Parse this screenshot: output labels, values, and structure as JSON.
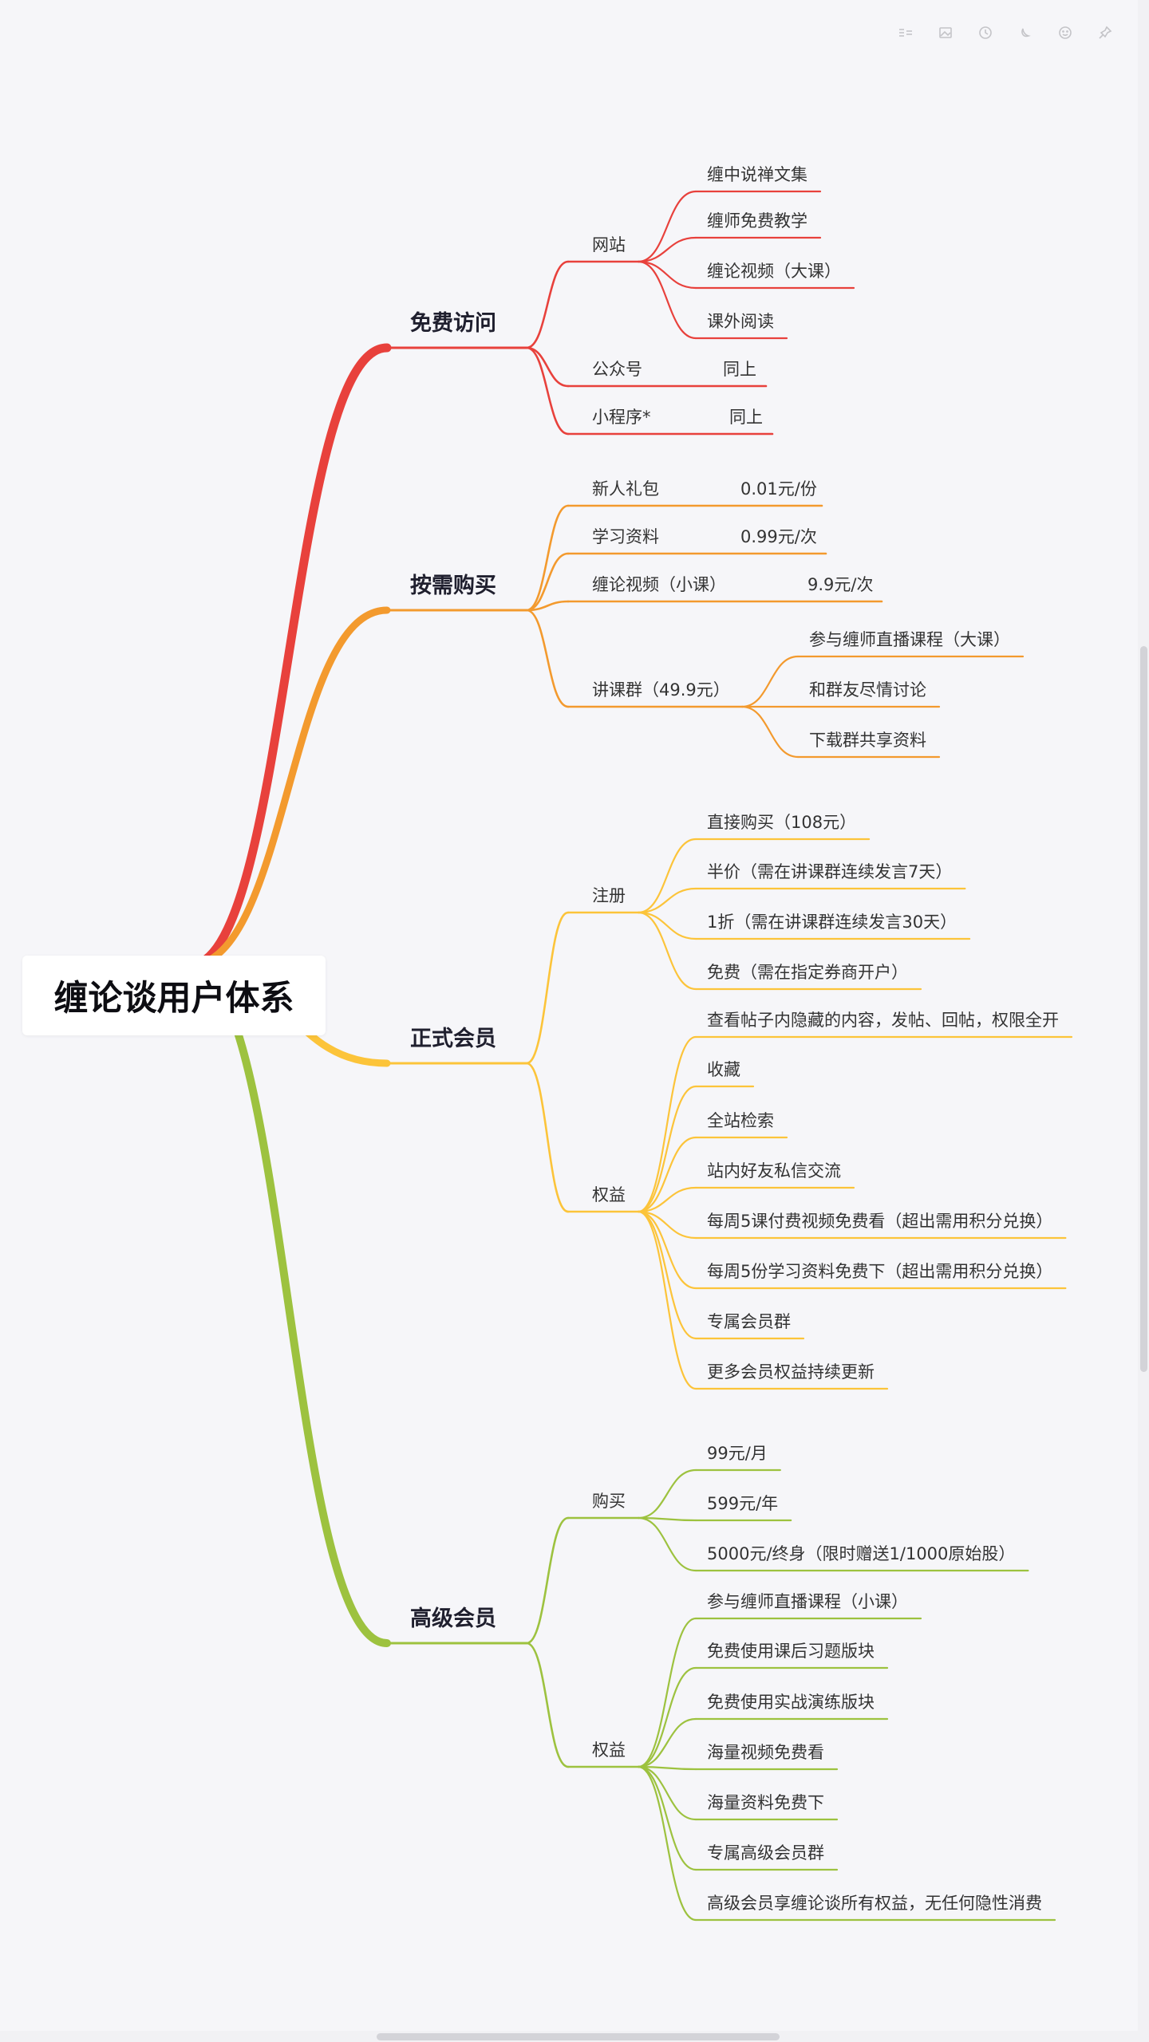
{
  "toolbar": {
    "icons": [
      "outline-icon",
      "image-icon",
      "history-icon",
      "theme-icon",
      "emoji-icon",
      "pin-icon"
    ]
  },
  "root": "缠论谈用户体系",
  "branches": [
    {
      "label": "免费访问",
      "color": "#e8413c",
      "children": [
        {
          "label": "网站",
          "children": [
            {
              "label": "缠中说禅文集"
            },
            {
              "label": "缠师免费教学"
            },
            {
              "label": "缠论视频（大课）"
            },
            {
              "label": "课外阅读"
            }
          ]
        },
        {
          "label": "公众号",
          "children": [
            {
              "label": "同上"
            }
          ]
        },
        {
          "label": "小程序*",
          "children": [
            {
              "label": "同上"
            }
          ]
        }
      ]
    },
    {
      "label": "按需购买",
      "color": "#f39a2e",
      "children": [
        {
          "label": "新人礼包",
          "children": [
            {
              "label": "0.01元/份"
            }
          ]
        },
        {
          "label": "学习资料",
          "children": [
            {
              "label": "0.99元/次"
            }
          ]
        },
        {
          "label": "缠论视频（小课）",
          "children": [
            {
              "label": "9.9元/次"
            }
          ]
        },
        {
          "label": "讲课群（49.9元）",
          "children": [
            {
              "label": "参与缠师直播课程（大课）"
            },
            {
              "label": "和群友尽情讨论"
            },
            {
              "label": "下载群共享资料"
            }
          ]
        }
      ]
    },
    {
      "label": "正式会员",
      "color": "#fcc43a",
      "children": [
        {
          "label": "注册",
          "children": [
            {
              "label": "直接购买（108元）"
            },
            {
              "label": "半价（需在讲课群连续发言7天）"
            },
            {
              "label": "1折（需在讲课群连续发言30天）"
            },
            {
              "label": "免费（需在指定券商开户）"
            }
          ]
        },
        {
          "label": "权益",
          "children": [
            {
              "label": "查看帖子内隐藏的内容，发帖、回帖，权限全开"
            },
            {
              "label": "收藏"
            },
            {
              "label": "全站检索"
            },
            {
              "label": "站内好友私信交流"
            },
            {
              "label": "每周5课付费视频免费看（超出需用积分兑换）"
            },
            {
              "label": "每周5份学习资料免费下（超出需用积分兑换）"
            },
            {
              "label": "专属会员群"
            },
            {
              "label": "更多会员权益持续更新"
            }
          ]
        }
      ]
    },
    {
      "label": "高级会员",
      "color": "#9dc23f",
      "children": [
        {
          "label": "购买",
          "children": [
            {
              "label": "99元/月"
            },
            {
              "label": "599元/年"
            },
            {
              "label": "5000元/终身（限时赠送1/1000原始股）"
            }
          ]
        },
        {
          "label": "权益",
          "children": [
            {
              "label": "参与缠师直播课程（小课）"
            },
            {
              "label": "免费使用课后习题版块"
            },
            {
              "label": "免费使用实战演练版块"
            },
            {
              "label": "海量视频免费看"
            },
            {
              "label": "海量资料免费下"
            },
            {
              "label": "专属高级会员群"
            },
            {
              "label": "高级会员享缠论谈所有权益，无任何隐性消费"
            }
          ]
        }
      ]
    }
  ]
}
